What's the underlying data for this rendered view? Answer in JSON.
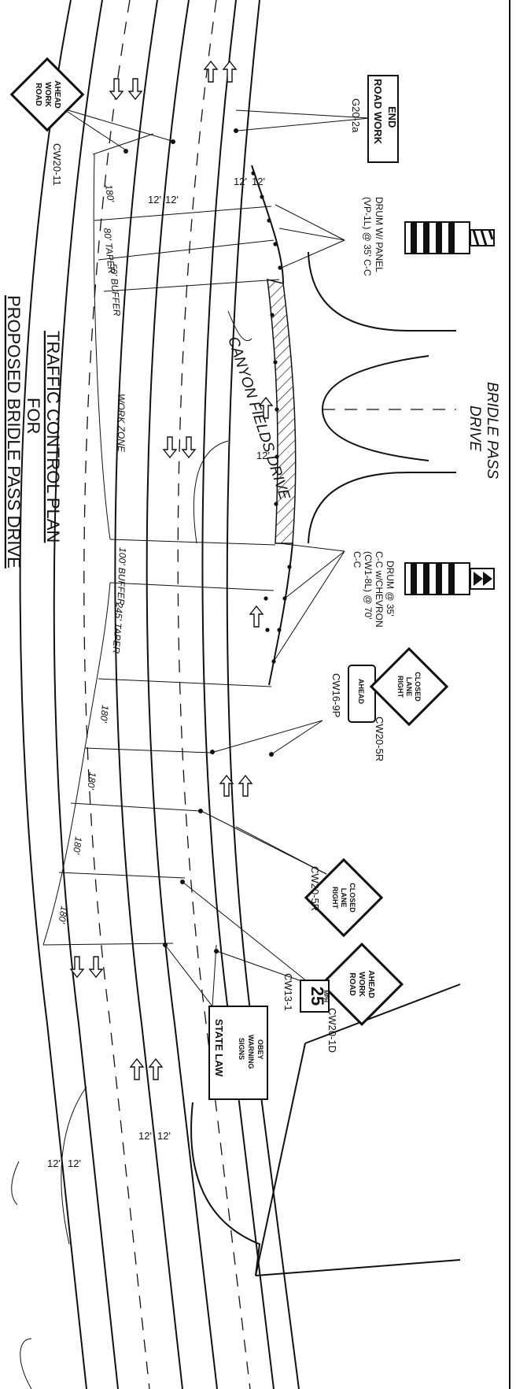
{
  "plan_title": {
    "line1": "TRAFFIC CONTROL PLAN",
    "line2": "FOR",
    "line3": "PROPOSED BRIDLE PASS DRIVE"
  },
  "streets": {
    "bridle_pass_line1": "BRIDLE PASS",
    "bridle_pass_line2": "DRIVE",
    "canyon_fields": "CANYON FIELDS DRIVE"
  },
  "signs": {
    "road_work_ahead_top": {
      "lines": [
        "ROAD",
        "WORK",
        "AHEAD"
      ],
      "code": "CW20-11"
    },
    "end_road_work": {
      "lines": [
        "END",
        "ROAD WORK"
      ],
      "code": "G20-2a"
    },
    "right_lane_closed_top": {
      "lines": [
        "RIGHT",
        "LANE",
        "CLOSED"
      ],
      "code": "CW20-5R"
    },
    "ahead_plaque": {
      "text": "AHEAD",
      "code": "CW16-9P"
    },
    "right_lane_closed_bottom": {
      "lines": [
        "RIGHT",
        "LANE",
        "CLOSED"
      ],
      "code": "CW20-5R"
    },
    "road_work_ahead_bottom": {
      "lines": [
        "ROAD",
        "WORK",
        "AHEAD"
      ],
      "code": "CW20-1D"
    },
    "speed_limit": {
      "value": "25",
      "unit": "MPH",
      "code": "CW13-1"
    },
    "obey_signs": {
      "lines": [
        "OBEY",
        "WARNING",
        "SIGNS",
        "STATE LAW"
      ]
    }
  },
  "drum_labels": {
    "panel": [
      "DRUM W/ PANEL",
      "(VP-1L) @ 35' C-C"
    ],
    "chevron": [
      "DRUM @ 35'",
      "C-C w/CHEVRON",
      "(CW1-8L) @ 70'",
      "C-C"
    ]
  },
  "dimensions": {
    "lane_widths": [
      "12'",
      "12'",
      "12'",
      "12'",
      "12'",
      "12'",
      "12'",
      "12'",
      "12'"
    ],
    "seg_180_1": "180'",
    "seg_80_taper": "80' TAPER",
    "seg_50_buffer": "50' BUFFER",
    "work_zone": "WORK ZONE",
    "seg_100_buffer": "100' BUFFER",
    "seg_245_taper": "245' TAPER",
    "seg_180_2": "180'",
    "seg_180_3": "180'",
    "seg_180_4": "180'",
    "seg_180_5": "180'"
  }
}
